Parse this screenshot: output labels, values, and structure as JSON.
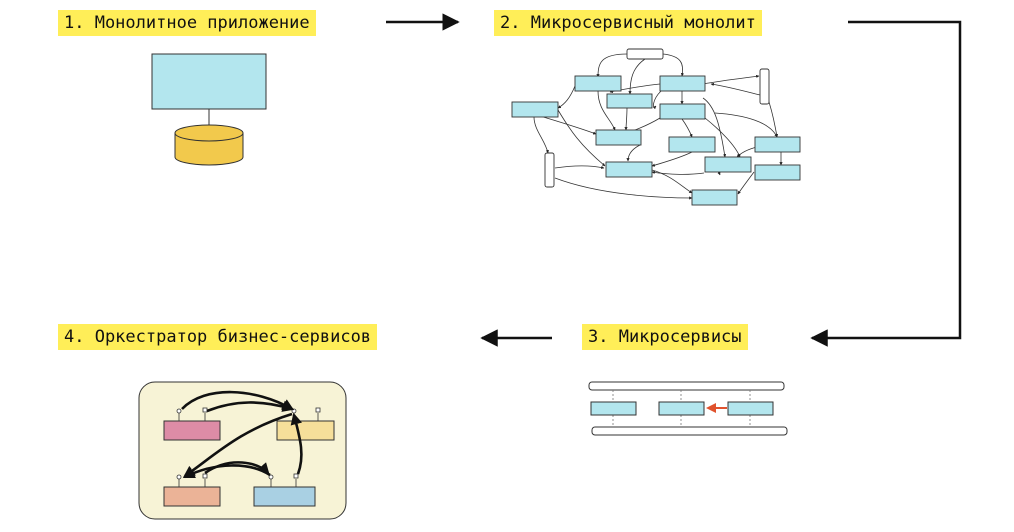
{
  "stages": [
    {
      "label": "1. Монолитное приложение"
    },
    {
      "label": "2. Микросервисный монолит"
    },
    {
      "label": "3. Микросервисы"
    },
    {
      "label": "4. Оркестратор бизнес-сервисов"
    }
  ],
  "colors": {
    "title_highlight": "#ffee58",
    "service": "#b3e6ee",
    "database": "#f2c94c",
    "orchestrator_bg": "#f7f3d6",
    "blocked_call": "#e0522d",
    "biz_service_1": "#dd8ca6",
    "biz_service_2": "#f6df9a",
    "biz_service_3": "#ebb397",
    "biz_service_4": "#a9d0e3"
  }
}
